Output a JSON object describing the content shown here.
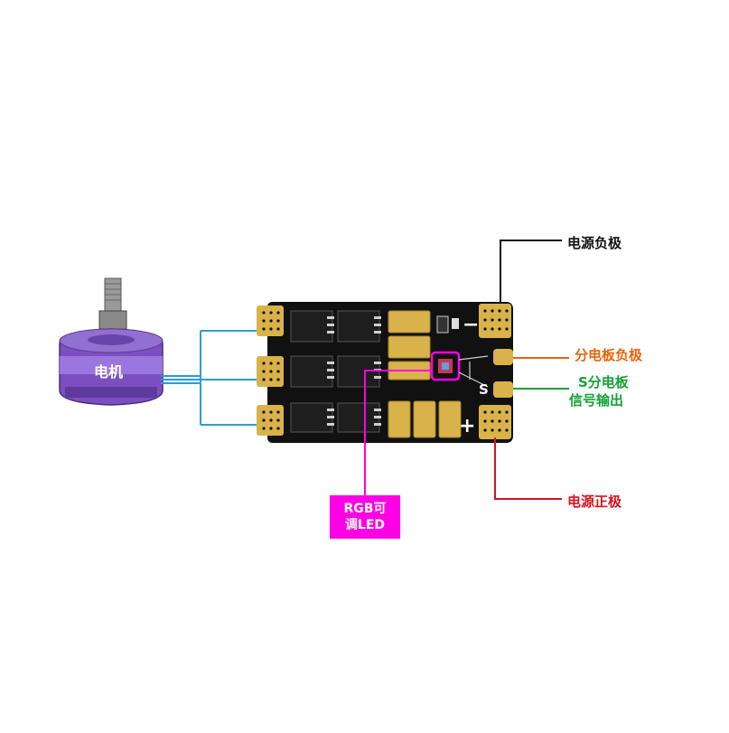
{
  "labels": {
    "motor": "电机",
    "power_negative": "电源负极",
    "sub_board_negative": "分电板负极",
    "signal_line1": "S分电板",
    "signal_line2": "信号输出",
    "power_positive": "电源正极",
    "led_line1": "RGB可",
    "led_line2": "调LED"
  },
  "board_silkscreen": {
    "minus": "−",
    "plus": "+",
    "signal": "S"
  },
  "colors": {
    "black_line": "#111111",
    "orange": "#e8640a",
    "green": "#13a334",
    "red": "#d6121b",
    "blue_wire": "#2a9fd6",
    "magenta": "#ff00e6",
    "motor_purple": "#7b4fc0",
    "board": "#111111",
    "gold_pad": "#d9b24a"
  }
}
